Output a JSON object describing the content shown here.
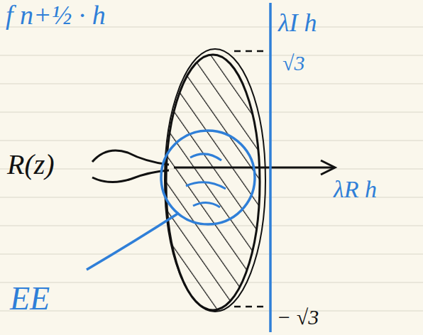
{
  "diagram": {
    "labels": [
      "f n+½ · h",
      "λI h",
      "√3",
      "R(z)",
      "λR h",
      "− √3",
      "EE"
    ]
  }
}
